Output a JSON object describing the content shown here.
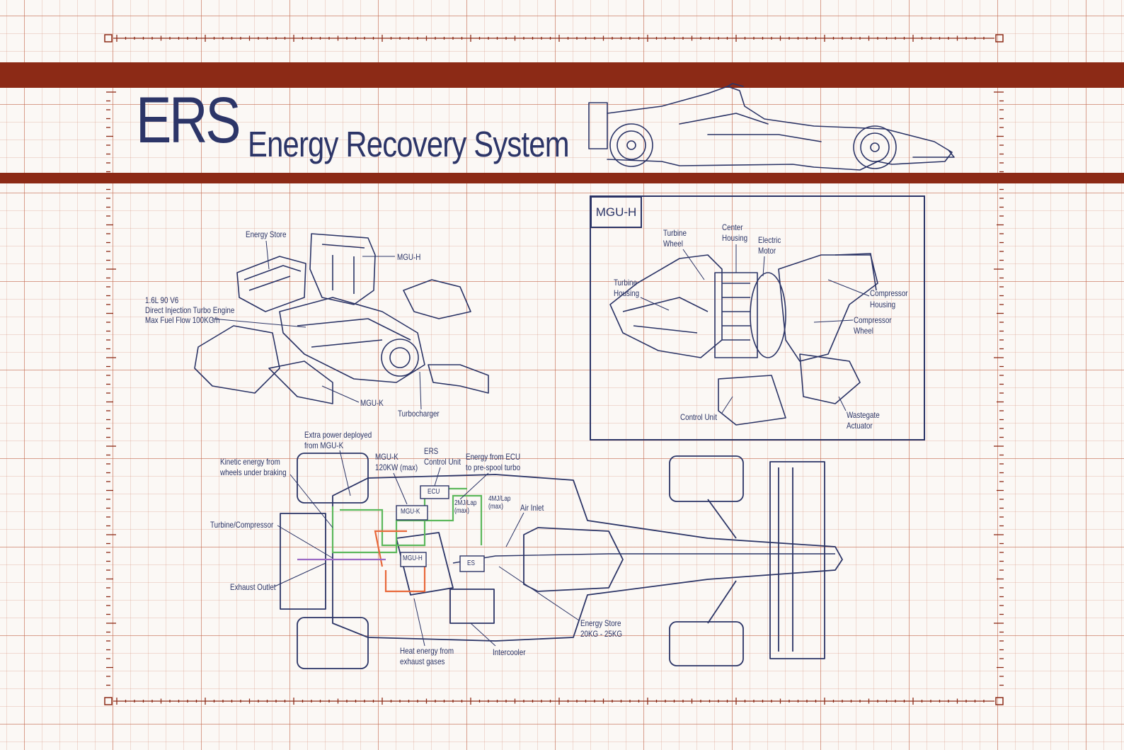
{
  "header": {
    "title": "ERS",
    "subtitle": "Energy Recovery System"
  },
  "engine_labels": {
    "energy_store": "Energy Store",
    "mgu_h": "MGU-H",
    "engine_spec_1": "1.6L 90 V6",
    "engine_spec_2": "Direct Injection Turbo Engine",
    "engine_spec_3": "Max Fuel Flow 100KG/h",
    "mgu_k": "MGU-K",
    "turbocharger": "Turbocharger"
  },
  "mguh_panel": {
    "title": "MGU-H",
    "turbine_wheel": [
      "Turbine",
      "Wheel"
    ],
    "center_housing": [
      "Center",
      "Housing"
    ],
    "electric_motor": [
      "Electric",
      "Motor"
    ],
    "turbine_housing": [
      "Turbine",
      "Housing"
    ],
    "compressor_housing": [
      "Compressor",
      "Housing"
    ],
    "compressor_wheel": [
      "Compressor",
      "Wheel"
    ],
    "control_unit": "Control Unit",
    "wastegate_actuator": [
      "Wastegate",
      "Actuator"
    ]
  },
  "chassis_labels": {
    "extra_power": [
      "Extra power deployed",
      "from MGU-K"
    ],
    "kinetic_energy": [
      "Kinetic energy from",
      "wheels under braking"
    ],
    "mguk_power": [
      "MGU-K",
      "120KW (max)"
    ],
    "ers_control": [
      "ERS",
      "Control Unit"
    ],
    "energy_ecu": [
      "Energy from ECU",
      "to pre-spool turbo"
    ],
    "two_mj": [
      "2MJ/Lap",
      "(max)"
    ],
    "four_mj": [
      "4MJ/Lap",
      "(max)"
    ],
    "air_inlet": "Air Inlet",
    "turbine_compressor": "Turbine/Compressor",
    "exhaust_outlet": "Exhaust Outlet",
    "ecu_box": "ECU",
    "mguk_box": "MGU-K",
    "mguh_box": "MGU-H",
    "es_box": "ES",
    "energy_store_weight": [
      "Energy Store",
      "20KG - 25KG"
    ],
    "heat_energy": [
      "Heat energy from",
      "exhaust gases"
    ],
    "intercooler": "Intercooler"
  },
  "colors": {
    "ink": "#2b3466",
    "band": "#8c2a16",
    "grid": "#c46e54",
    "flow_green": "#5cb85c",
    "flow_orange": "#e8683a",
    "flow_purple": "#9b6bc4"
  }
}
